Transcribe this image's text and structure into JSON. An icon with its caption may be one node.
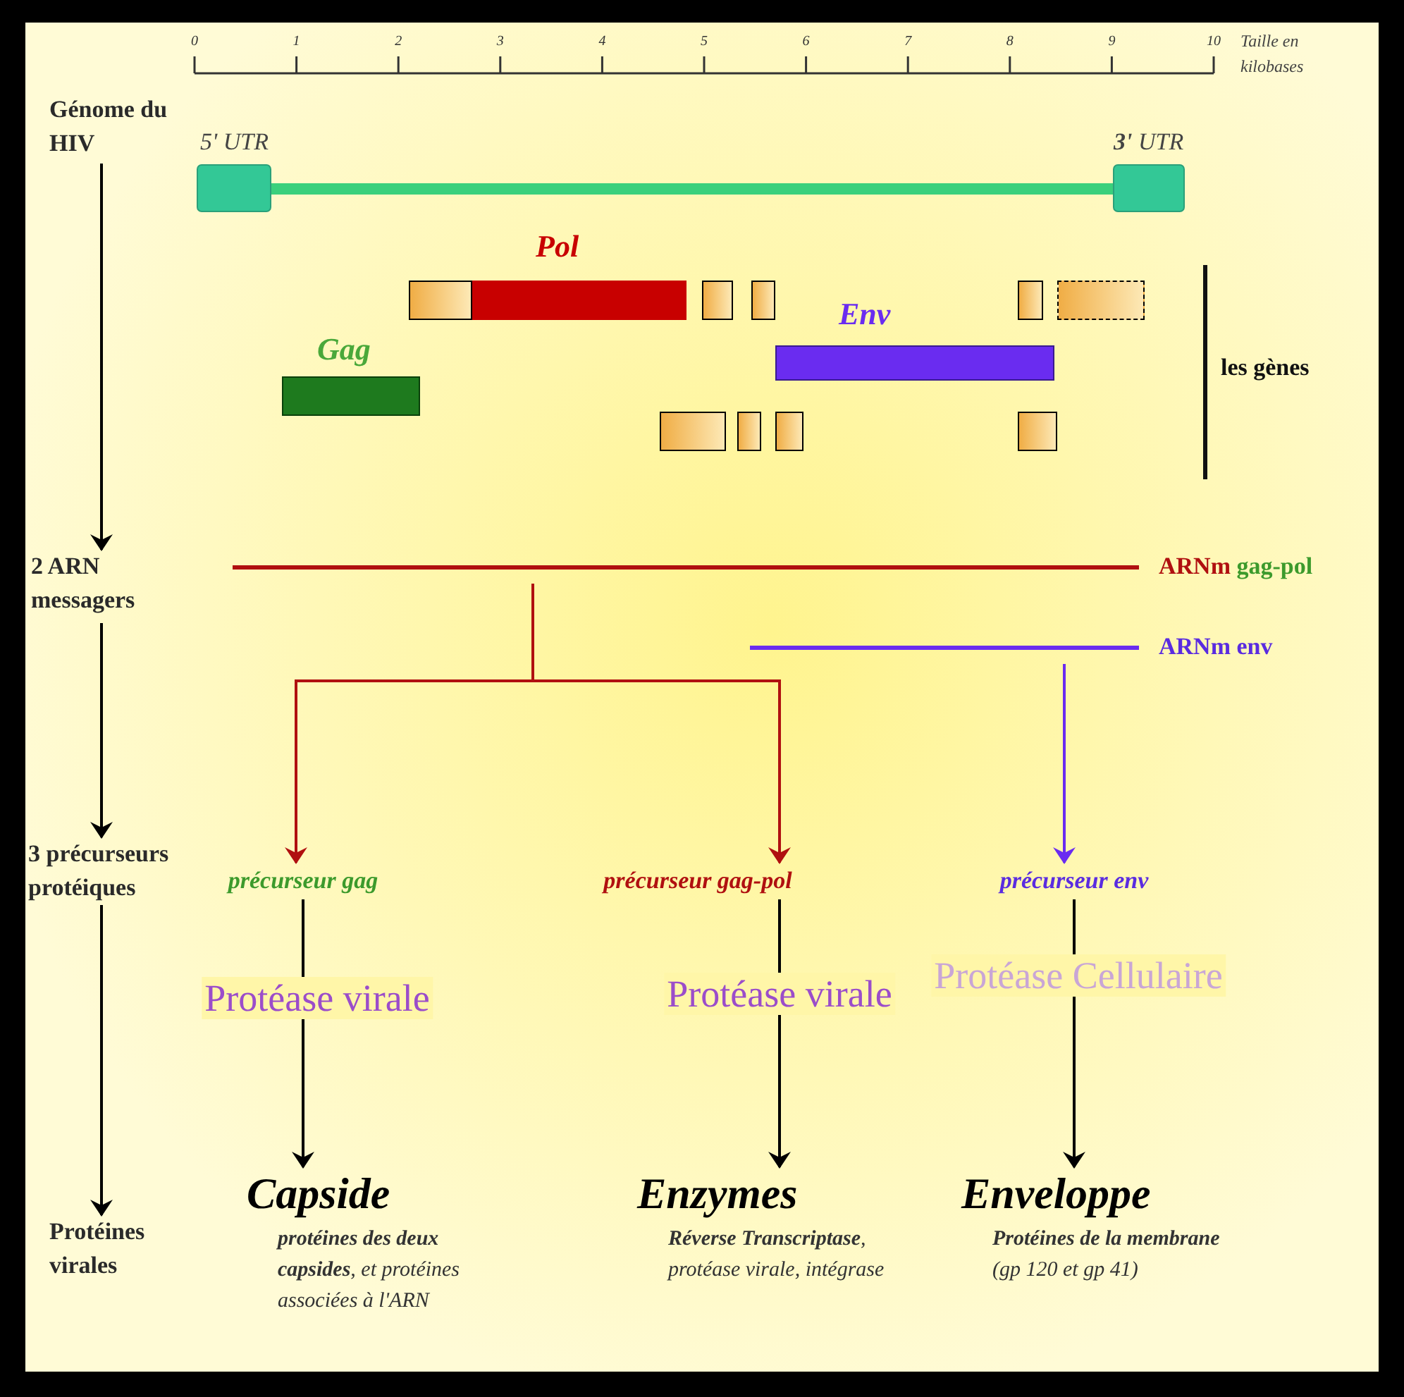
{
  "diagram": {
    "nodes": [
      {
        "text": [
          "Génome du HIV"
        ]
      },
      {
        "text": [
          "2 ARN messagers"
        ]
      },
      {
        "text": [
          "3 précurseurs protéiques"
        ]
      },
      {
        "text": [
          "Protéines virales"
        ]
      },
      {
        "text": [],
        "shape": "box"
      },
      {
        "text": [
          "Pol"
        ]
      },
      {
        "text": [],
        "shape": "box"
      },
      {
        "text": [],
        "shape": "box"
      },
      {
        "text": [],
        "shape": "box"
      },
      {
        "text": [],
        "shape": "box"
      },
      {
        "text": [
          "Env"
        ]
      },
      {
        "text": [
          "Gag"
        ]
      },
      {
        "text": [],
        "shape": "box"
      },
      {
        "text": [],
        "shape": "box"
      },
      {
        "text": [],
        "shape": "box"
      },
      {
        "text": [],
        "shape": "box"
      },
      {
        "text": [
          "ARNm gag-pol"
        ]
      },
      {
        "text": [
          "ARNm env"
        ]
      },
      {
        "text": [
          "précurseur gag"
        ]
      },
      {
        "text": [
          "précurseur gag-pol"
        ]
      },
      {
        "text": [
          "précurseur env"
        ]
      },
      {
        "text": [
          "Capside",
          "**protéines des deux capsides**, et protéines associées à l'ARN"
        ]
      },
      {
        "text": [
          "Enzymes",
          "**Réverse Transcriptase**, protéase virale, intégrase"
        ]
      },
      {
        "text": [
          "Enveloppe",
          "**Protéines de la membrane** (gp 120 et gp 41)"
        ]
      }
    ],
    "edges": [
      {
        "from": 0,
        "to": 1,
        "arrow": "to"
      },
      {
        "from": 1,
        "to": 2,
        "arrow": "to"
      },
      {
        "from": 2,
        "to": 3,
        "arrow": "to"
      },
      {
        "from": 16,
        "to": 18,
        "arrow": "to",
        "color": "#b01010"
      },
      {
        "from": 16,
        "to": 19,
        "arrow": "to",
        "color": "#b01010"
      },
      {
        "from": 17,
        "to": 20,
        "arrow": "to",
        "color": "#6a2cf0"
      },
      {
        "from": 18,
        "to": 21,
        "arrow": "to",
        "label": "Protéase virale"
      },
      {
        "from": 19,
        "to": 22,
        "arrow": "to",
        "label": "Protéase virale"
      },
      {
        "from": 20,
        "to": 23,
        "arrow": "to",
        "label": "Protéase Cellulaire"
      }
    ],
    "labels": [
      "0",
      "1",
      "2",
      "3",
      "4",
      "5",
      "6",
      "7",
      "8",
      "9",
      "10",
      "Taille en kilobases",
      "5' UTR",
      "**3'** UTR",
      "les gènes"
    ]
  }
}
